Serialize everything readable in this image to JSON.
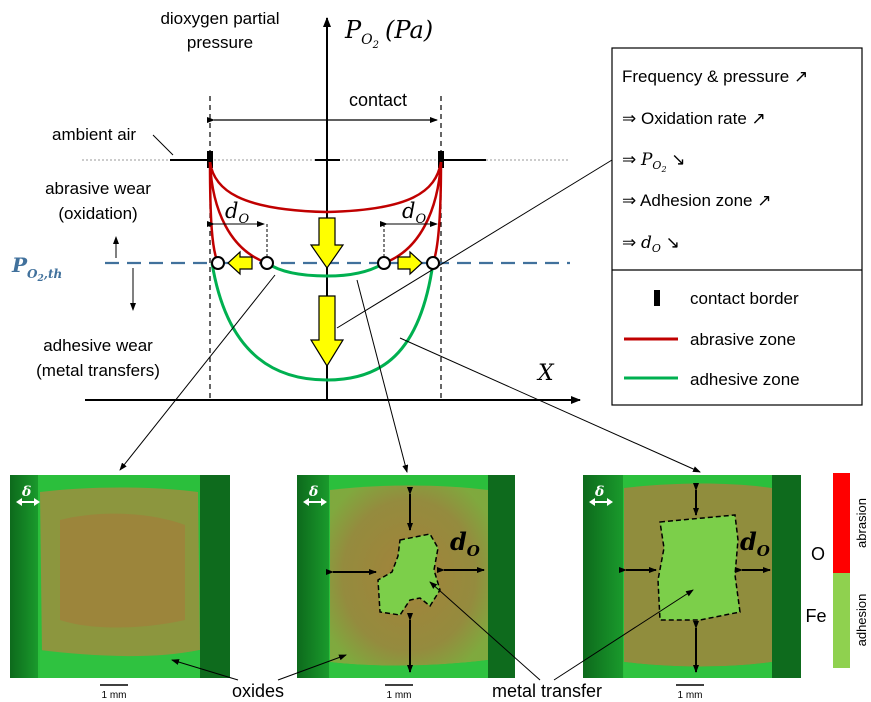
{
  "diagram": {
    "y_axis_label_main": "P",
    "y_axis_label_sub": "O",
    "y_axis_label_subsub": "2",
    "y_axis_label_unit": "(Pa)",
    "y_axis_caption_line1": "dioxygen partial",
    "y_axis_caption_line2": "pressure",
    "x_axis_label": "X",
    "contact_label": "contact",
    "ambient_air_label": "ambient air",
    "abrasive_wear_line1": "abrasive wear",
    "abrasive_wear_line2": "(oxidation)",
    "adhesive_wear_line1": "adhesive wear",
    "adhesive_wear_line2": "(metal transfers)",
    "threshold_label_main": "P",
    "threshold_label_sub": "O",
    "threshold_label_subsub": "2",
    "threshold_label_suffix": ",th",
    "d_o_label_main": "d",
    "d_o_label_sub": "O"
  },
  "legend_box": {
    "line1": "Frequency & pressure ↗",
    "line2": "⇒  Oxidation rate  ↗",
    "line3_prefix": "⇒  ",
    "line3_suffix": " ↘",
    "line4": "⇒  Adhesion zone ↗",
    "line5_prefix": "⇒  ",
    "line5_suffix": "  ↘",
    "contact_border": "contact border",
    "abrasive_zone": "abrasive zone",
    "adhesive_zone": "adhesive zone"
  },
  "photos": {
    "delta_label": "δ",
    "scale_label": "1 mm",
    "oxides_label": "oxides",
    "metal_transfer_label": "metal transfer"
  },
  "color_scale": {
    "top_label": "O",
    "bottom_label": "Fe",
    "top_side_label": "abrasion",
    "bottom_side_label": "adhesion",
    "top_color": "#ff0000",
    "bottom_color": "#8fd14f"
  },
  "colors": {
    "abrasive": "#c00000",
    "adhesive": "#00b050",
    "threshold": "#41719c",
    "arrow_fill": "#ffff00",
    "photo_green": "#22b83a"
  }
}
